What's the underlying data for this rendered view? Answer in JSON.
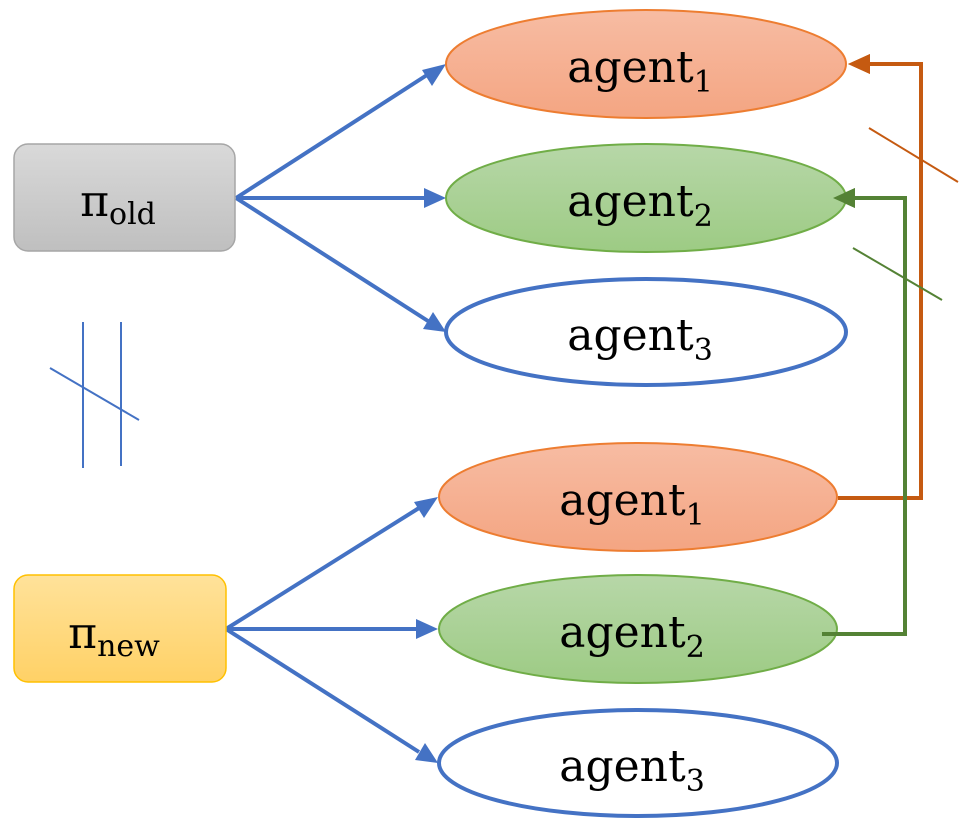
{
  "policies": {
    "old": {
      "symbol": "π",
      "subscript": "old"
    },
    "new": {
      "symbol": "π",
      "subscript": "new"
    }
  },
  "agents_old": [
    {
      "name": "agent",
      "index": "1",
      "style": "orange"
    },
    {
      "name": "agent",
      "index": "2",
      "style": "green"
    },
    {
      "name": "agent",
      "index": "3",
      "style": "outline"
    }
  ],
  "agents_new": [
    {
      "name": "agent",
      "index": "1",
      "style": "orange"
    },
    {
      "name": "agent",
      "index": "2",
      "style": "green"
    },
    {
      "name": "agent",
      "index": "3",
      "style": "outline"
    }
  ],
  "colors": {
    "arrow_blue": "#4472C4",
    "orange_fill_top": "#F7BCA3",
    "orange_fill_bottom": "#F4A582",
    "orange_stroke": "#ED7D31",
    "orange_link": "#C55A11",
    "green_fill_top": "#B7D7A8",
    "green_fill_bottom": "#9DCB84",
    "green_stroke": "#70AD47",
    "green_link": "#548235",
    "old_box_fill_top": "#D9D9D9",
    "old_box_fill_bottom": "#BFBFBF",
    "old_box_stroke": "#A6A6A6",
    "new_box_fill_top": "#FFE29A",
    "new_box_fill_bottom": "#FFD166",
    "new_box_stroke": "#FFC000"
  }
}
